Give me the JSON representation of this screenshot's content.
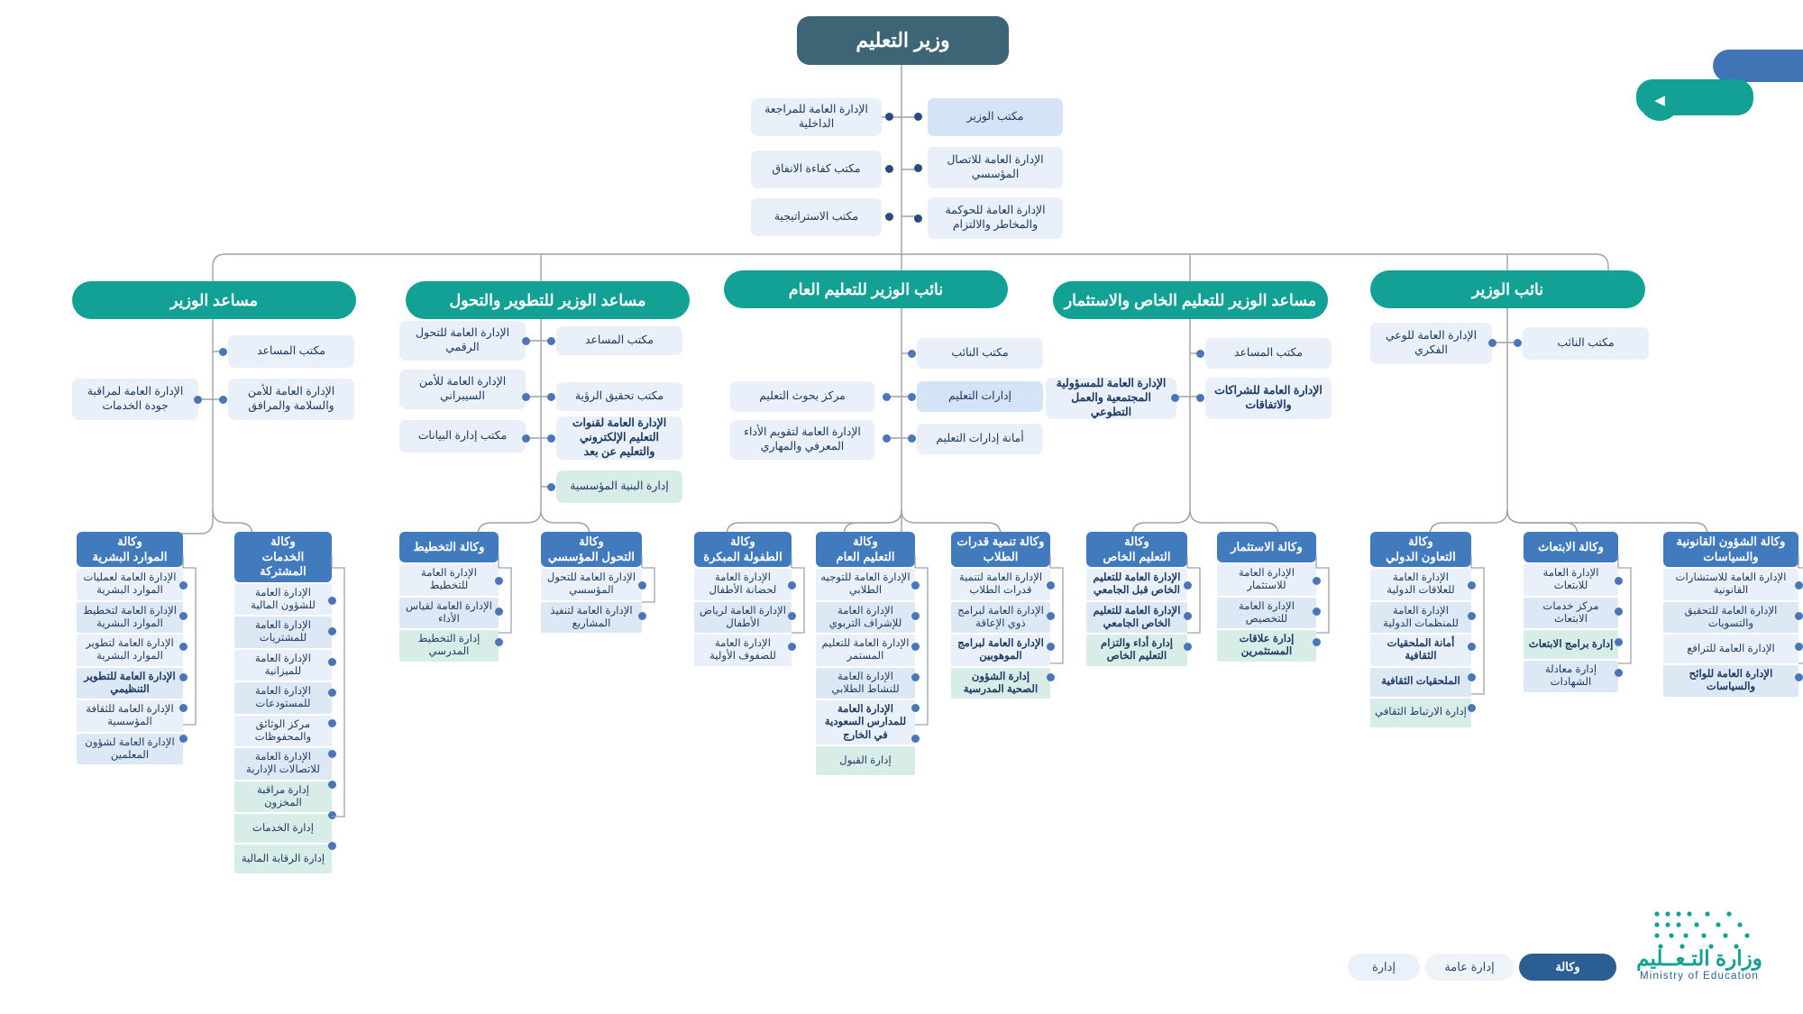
{
  "minister": {
    "label": "وزير التعليم"
  },
  "minister_left_chips": [
    {
      "label": "الإدارة العامة للمراجعة الداخلية"
    },
    {
      "label": "مكتب كفاءة الانفاق"
    },
    {
      "label": "مكتب الاستراتيجية"
    }
  ],
  "minister_right_chips": [
    {
      "label": "مكتب الوزير",
      "style": "hi"
    },
    {
      "label": "الإدارة العامة للاتصال المؤسسي"
    },
    {
      "label": "الإدارة العامة للحوكمة والمخاطر والالتزام"
    }
  ],
  "branches": [
    {
      "id": "assistant-minister",
      "title": "مساعد الوزير",
      "right_chips": [
        {
          "label": "مكتب المساعد"
        },
        {
          "label": "الإدارة العامة للأمن والسلامة والمرافق"
        }
      ],
      "left_chips": [
        {
          "label": "الإدارة العامة لمراقبة جودة الخدمات"
        }
      ]
    },
    {
      "id": "assistant-development-transformation",
      "title": "مساعد الوزير للتطوير والتحول",
      "right_chips": [
        {
          "label": "مكتب المساعد"
        },
        {
          "label": "مكتب تحقيق الرؤية"
        },
        {
          "label": "الإدارة العامة لقنوات التعليم الإلكتروني والتعليم عن بعد",
          "style": "b"
        },
        {
          "label": "إدارة البنية المؤسسية",
          "style": "mint"
        }
      ],
      "left_chips": [
        {
          "label": "الإدارة العامة للتحول الرقمي"
        },
        {
          "label": "الإدارة العامة للأمن السيبراني"
        },
        {
          "label": "مكتب إدارة البيانات"
        }
      ]
    },
    {
      "id": "deputy-general-education",
      "title": "نائب الوزير للتعليم العام",
      "right_chips": [
        {
          "label": "مكتب النائب"
        },
        {
          "label": "إدارات التعليم",
          "style": "hi"
        },
        {
          "label": "أمانة إدارات التعليم"
        }
      ],
      "left_chips": [
        {
          "label": "مركز بحوث التعليم"
        },
        {
          "label": "الإدارة العامة لتقويم الأداء المعرفي والمهاري"
        }
      ]
    },
    {
      "id": "assistant-private-education-investment",
      "title": "مساعد الوزير للتعليم الخاص والاستثمار",
      "right_chips": [
        {
          "label": "مكتب المساعد"
        },
        {
          "label": "الإدارة العامة للشراكات والاتفاقات",
          "style": "b"
        }
      ],
      "left_chips": [
        {
          "label": "الإدارة العامة للمسؤولية المجتمعية والعمل التطوعي",
          "style": "b"
        }
      ]
    },
    {
      "id": "deputy-minister",
      "title": "نائب الوزير",
      "right_chips": [
        {
          "label": "مكتب النائب"
        }
      ],
      "left_chips": [
        {
          "label": "الإدارة العامة للوعي الفكري"
        }
      ]
    }
  ],
  "agencies": [
    {
      "id": "human-resources",
      "title": "وكالة\nالموارد البشرية",
      "rows": [
        {
          "label": "الإدارة العامة لعمليات الموارد البشرية"
        },
        {
          "label": "الإدارة العامة لتخطيط الموارد البشرية"
        },
        {
          "label": "الإدارة العامة لتطوير الموارد البشرية"
        },
        {
          "label": "الإدارة العامة للتطوير التنظيمي",
          "style": "b"
        },
        {
          "label": "الإدارة العامة للثقافة المؤسسية"
        },
        {
          "label": "الإدارة العامة لشؤون المعلمين"
        }
      ]
    },
    {
      "id": "shared-services",
      "title": "وكالة\nالخدمات المشتركة",
      "rows": [
        {
          "label": "الإدارة العامة للشؤون المالية"
        },
        {
          "label": "الإدارة العامة للمشتريات"
        },
        {
          "label": "الإدارة العامة للميزانية"
        },
        {
          "label": "الإدارة العامة للمستودعات"
        },
        {
          "label": "مركز الوثائق والمحفوظات"
        },
        {
          "label": "الإدارة العامة للاتصالات الإدارية"
        },
        {
          "label": "إدارة مراقبة المخزون",
          "style": "mint"
        },
        {
          "label": "إدارة الخدمات",
          "style": "mint"
        },
        {
          "label": "إدارة الرقابة المالية",
          "style": "mint"
        }
      ]
    },
    {
      "id": "planning",
      "title": "وكالة التخطيط",
      "rows": [
        {
          "label": "الإدارة العامة للتخطيط"
        },
        {
          "label": "الإدارة العامة لقياس الأداء"
        },
        {
          "label": "إدارة التخطيط المدرسي",
          "style": "mint"
        }
      ]
    },
    {
      "id": "institutional-transformation",
      "title": "وكالة\nالتحول المؤسسي",
      "rows": [
        {
          "label": "الإدارة العامة للتحول المؤسسي"
        },
        {
          "label": "الإدارة العامة لتنفيذ المشاريع"
        }
      ]
    },
    {
      "id": "early-childhood",
      "title": "وكالة\nالطفولة المبكرة",
      "rows": [
        {
          "label": "الإدارة العامة لحضانة الأطفال"
        },
        {
          "label": "الإدارة العامة لرياض الأطفال"
        },
        {
          "label": "الإدارة العامة للصفوف الأولية"
        }
      ]
    },
    {
      "id": "general-education",
      "title": "وكالة\nالتعليم العام",
      "rows": [
        {
          "label": "الإدارة العامة للتوجيه الطلابي"
        },
        {
          "label": "الإدارة العامة للإشراف التربوي"
        },
        {
          "label": "الإدارة العامة للتعليم المستمر"
        },
        {
          "label": "الإدارة العامة للنشاط الطلابي"
        },
        {
          "label": "الإدارة العامة للمدارس السعودية في الخارج",
          "style": "b"
        },
        {
          "label": "إدارة القبول",
          "style": "mint"
        }
      ]
    },
    {
      "id": "student-capabilities",
      "title": "وكالة تنمية قدرات الطلاب",
      "rows": [
        {
          "label": "الإدارة العامة لتنمية قدرات الطلاب"
        },
        {
          "label": "الإدارة العامة لبرامج ذوي الإعاقة"
        },
        {
          "label": "الإدارة العامة لبرامج الموهوبين",
          "style": "b"
        },
        {
          "label": "إدارة الشؤون الصحية المدرسية",
          "style": "mint b"
        }
      ]
    },
    {
      "id": "private-education",
      "title": "وكالة\nالتعليم الخاص",
      "rows": [
        {
          "label": "الإدارة العامة للتعليم الخاص قبل الجامعي",
          "style": "b"
        },
        {
          "label": "الإدارة العامة للتعليم الخاص الجامعي",
          "style": "b"
        },
        {
          "label": "إدارة أداء والتزام التعليم الخاص",
          "style": "mint b"
        }
      ]
    },
    {
      "id": "investment",
      "title": "وكالة الاستثمار",
      "rows": [
        {
          "label": "الإدارة العامة للاستثمار"
        },
        {
          "label": "الإدارة العامة للتخصيص"
        },
        {
          "label": "إدارة علاقات المستثمرين",
          "style": "mint b"
        }
      ]
    },
    {
      "id": "international-cooperation",
      "title": "وكالة\nالتعاون الدولي",
      "rows": [
        {
          "label": "الإدارة العامة للعلاقات الدولية"
        },
        {
          "label": "الإدارة العامة للمنظمات الدولية"
        },
        {
          "label": "أمانة الملحقيات الثقافية",
          "style": "b"
        },
        {
          "label": "الملحقيات الثقافية",
          "style": "b"
        },
        {
          "label": "إدارة الارتباط الثقافي",
          "style": "mint"
        }
      ]
    },
    {
      "id": "scholarships",
      "title": "وكالة الابتعاث",
      "rows": [
        {
          "label": "الإدارة العامة للابتعاث"
        },
        {
          "label": "مركز خدمات الابتعاث"
        },
        {
          "label": "إدارة برامج الابتعاث",
          "style": "mint b"
        },
        {
          "label": "إدارة معادلة الشهادات"
        }
      ]
    },
    {
      "id": "legal-affairs-policies",
      "title": "وكالة الشؤون القانونية والسياسات",
      "rows": [
        {
          "label": "الإدارة العامة للاستشارات القانونية"
        },
        {
          "label": "الإدارة العامة للتحقيق والتسويات"
        },
        {
          "label": "الإدارة العامة للترافع"
        },
        {
          "label": "الإدارة العامة للوائح والسياسات",
          "style": "b"
        }
      ]
    }
  ],
  "legend": [
    {
      "label": "وكالة",
      "style": "a"
    },
    {
      "label": "إدارة عامة",
      "style": "b"
    },
    {
      "label": "إدارة",
      "style": "c"
    }
  ],
  "logo": {
    "arabic": "وزارة التـعــليم",
    "english": "Ministry of Education"
  },
  "icons": {
    "collapse": "prev-arrow-icon"
  },
  "colors": {
    "minister": "#3d6575",
    "teal": "#13a196",
    "agency_blue": "#417bbd",
    "chip": "#e9f0f9",
    "mint": "#d8ece8"
  }
}
